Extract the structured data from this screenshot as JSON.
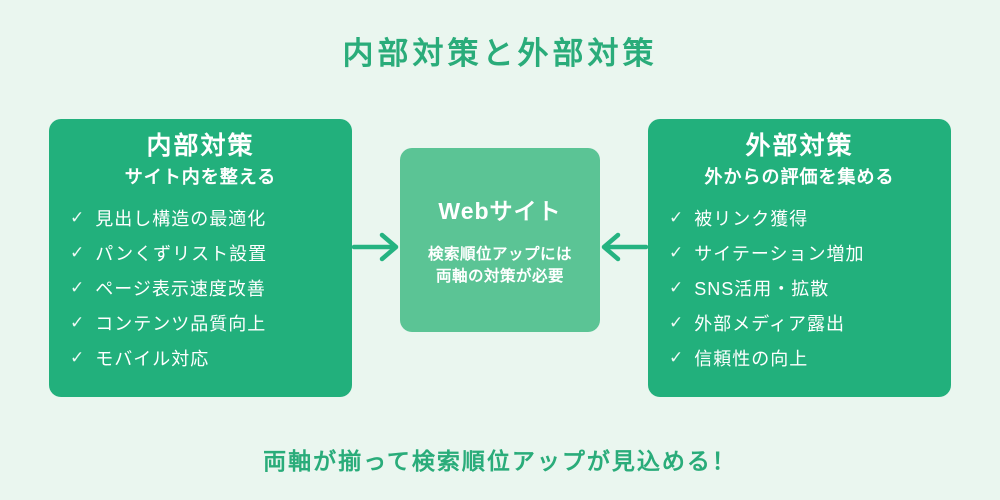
{
  "title": "内部対策と外部対策",
  "left_box": {
    "title": "内部対策",
    "subtitle": "サイト内を整える",
    "items": [
      "見出し構造の最適化",
      "パンくずリスト設置",
      "ページ表示速度改善",
      "コンテンツ品質向上",
      "モバイル対応"
    ]
  },
  "center_box": {
    "title": "Webサイト",
    "description_lines": [
      "検索順位アップには",
      "両軸の対策が必要"
    ]
  },
  "right_box": {
    "title": "外部対策",
    "subtitle": "外からの評価を集める",
    "items": [
      "被リンク獲得",
      "サイテーション増加",
      "SNS活用・拡散",
      "外部メディア露出",
      "信頼性の向上"
    ]
  },
  "footer": "両軸が揃って検索順位アップが見込める！",
  "icons": {
    "check": "✓"
  },
  "colors": {
    "background": "#eaf6ef",
    "box_green": "#22b07c",
    "center_green": "#5bc495",
    "arrow_green": "#25b381",
    "accent_text": "#2aac7a",
    "text_on_green": "#ffffff"
  }
}
